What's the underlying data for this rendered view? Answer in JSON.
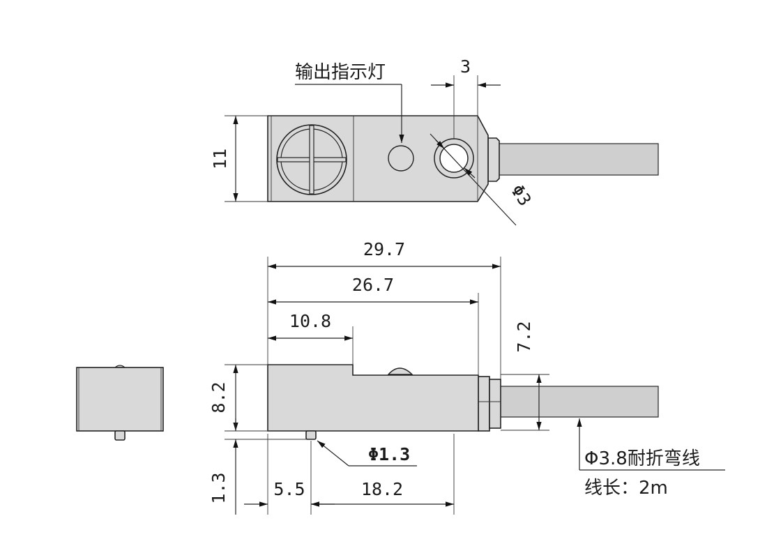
{
  "labels": {
    "indicator": "输出指示灯",
    "hole_spacing": "3",
    "height_top": "11",
    "hole_dia": "Φ3",
    "len_total": "29.7",
    "len_body": "26.7",
    "len_step": "10.8",
    "cable_height": "7.2",
    "body_height": "8.2",
    "pin_height": "1.3",
    "pin_offset": "5.5",
    "pin_span": "18.2",
    "pin_dia": "Φ1.3",
    "cable_spec": "Φ3.8耐折弯线",
    "cable_length": "线长：2m"
  },
  "colors": {
    "body": "#d9d9d9",
    "cable": "#cfcfcf",
    "line": "#222222"
  }
}
